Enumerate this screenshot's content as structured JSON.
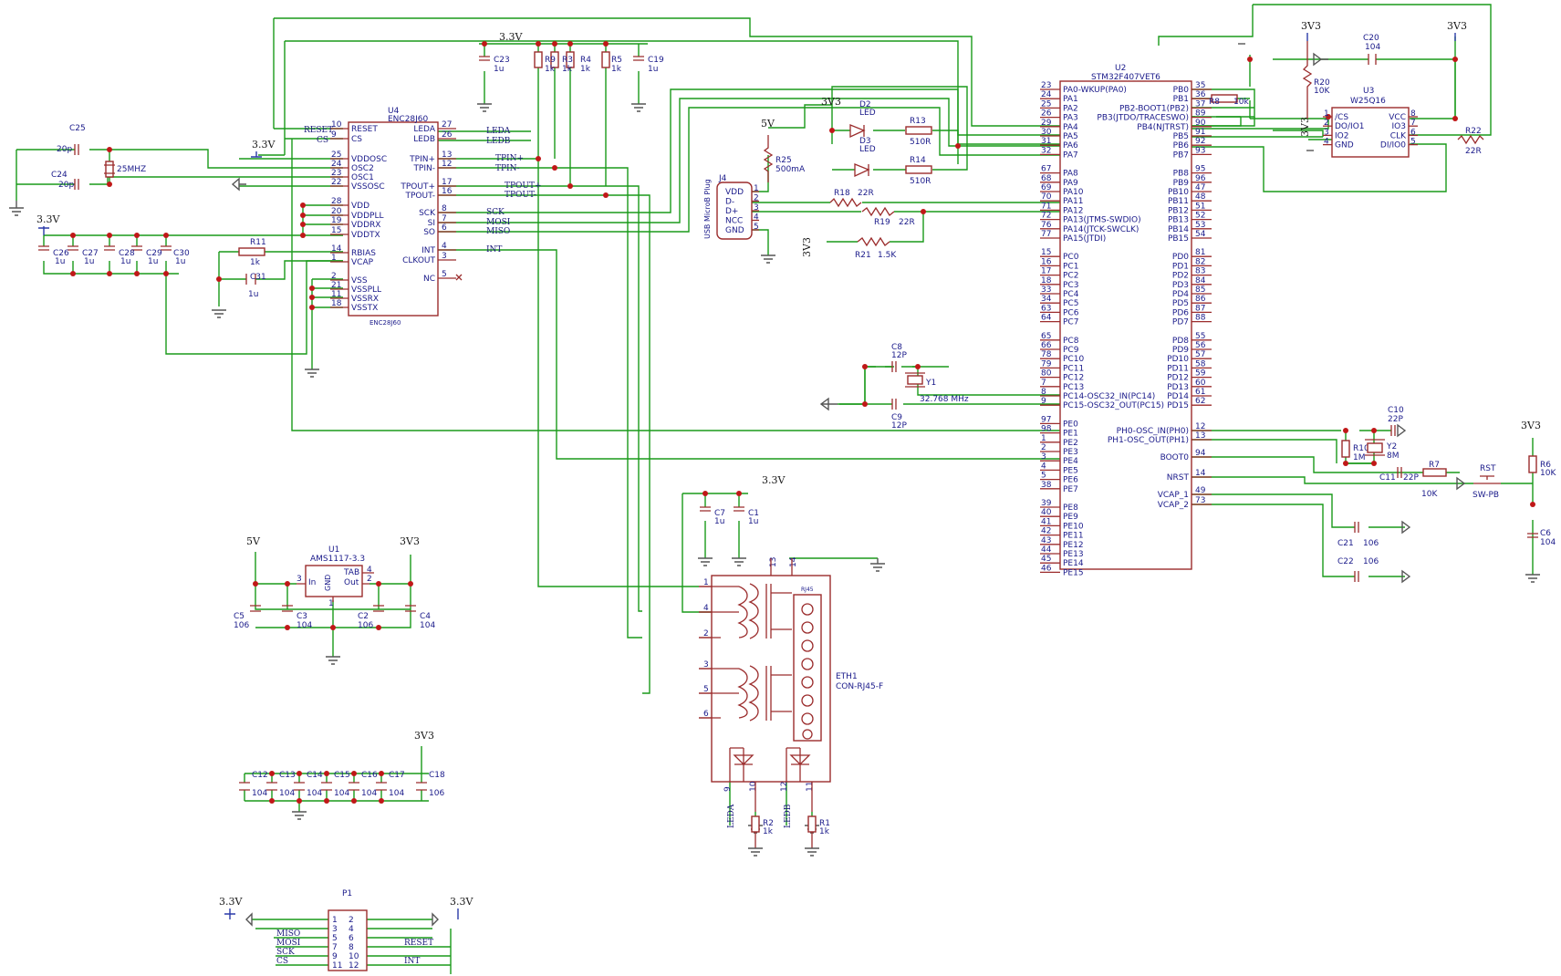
{
  "power_labels": {
    "v33": "3.3V",
    "v3v3": "3V3",
    "v5": "5V"
  },
  "components": {
    "U4": {
      "ref": "U4",
      "value": "ENC28J60",
      "footprint": "ENC28J60",
      "left_pins": [
        {
          "num": "10",
          "name": "RESET"
        },
        {
          "num": "9",
          "name": "CS"
        },
        {
          "num": "25",
          "name": "VDDOSC"
        },
        {
          "num": "24",
          "name": "OSC2"
        },
        {
          "num": "23",
          "name": "OSC1"
        },
        {
          "num": "22",
          "name": "VSSOSC"
        },
        {
          "num": "28",
          "name": "VDD"
        },
        {
          "num": "20",
          "name": "VDDPLL"
        },
        {
          "num": "19",
          "name": "VDDRX"
        },
        {
          "num": "15",
          "name": "VDDTX"
        },
        {
          "num": "14",
          "name": "RBIAS"
        },
        {
          "num": "1",
          "name": "VCAP"
        },
        {
          "num": "2",
          "name": "VSS"
        },
        {
          "num": "21",
          "name": "VSSPLL"
        },
        {
          "num": "11",
          "name": "VSSRX"
        },
        {
          "num": "18",
          "name": "VSSTX"
        }
      ],
      "right_pins": [
        {
          "num": "27",
          "name": "LEDA"
        },
        {
          "num": "26",
          "name": "LEDB"
        },
        {
          "num": "13",
          "name": "TPIN+"
        },
        {
          "num": "12",
          "name": "TPIN-"
        },
        {
          "num": "17",
          "name": "TPOUT+"
        },
        {
          "num": "16",
          "name": "TPOUT-"
        },
        {
          "num": "8",
          "name": "SCK"
        },
        {
          "num": "7",
          "name": "SI"
        },
        {
          "num": "6",
          "name": "SO"
        },
        {
          "num": "4",
          "name": "INT"
        },
        {
          "num": "3",
          "name": "CLKOUT"
        },
        {
          "num": "5",
          "name": "NC"
        }
      ]
    },
    "U2": {
      "ref": "U2",
      "value": "STM32F407VET6",
      "left_pins": [
        {
          "num": "23",
          "name": "PA0-WKUP(PA0)"
        },
        {
          "num": "24",
          "name": "PA1"
        },
        {
          "num": "25",
          "name": "PA2"
        },
        {
          "num": "26",
          "name": "PA3"
        },
        {
          "num": "29",
          "name": "PA4"
        },
        {
          "num": "30",
          "name": "PA5"
        },
        {
          "num": "31",
          "name": "PA6"
        },
        {
          "num": "32",
          "name": "PA7"
        },
        {
          "num": "67",
          "name": "PA8"
        },
        {
          "num": "68",
          "name": "PA9"
        },
        {
          "num": "69",
          "name": "PA10"
        },
        {
          "num": "70",
          "name": "PA11"
        },
        {
          "num": "71",
          "name": "PA12"
        },
        {
          "num": "72",
          "name": "PA13(JTMS-SWDIO)"
        },
        {
          "num": "76",
          "name": "PA14(JTCK-SWCLK)"
        },
        {
          "num": "77",
          "name": "PA15(JTDI)"
        },
        {
          "num": "15",
          "name": "PC0"
        },
        {
          "num": "16",
          "name": "PC1"
        },
        {
          "num": "17",
          "name": "PC2"
        },
        {
          "num": "18",
          "name": "PC3"
        },
        {
          "num": "33",
          "name": "PC4"
        },
        {
          "num": "34",
          "name": "PC5"
        },
        {
          "num": "63",
          "name": "PC6"
        },
        {
          "num": "64",
          "name": "PC7"
        },
        {
          "num": "65",
          "name": "PC8"
        },
        {
          "num": "66",
          "name": "PC9"
        },
        {
          "num": "78",
          "name": "PC10"
        },
        {
          "num": "79",
          "name": "PC11"
        },
        {
          "num": "80",
          "name": "PC12"
        },
        {
          "num": "7",
          "name": "PC13"
        },
        {
          "num": "8",
          "name": "PC14-OSC32_IN(PC14)"
        },
        {
          "num": "9",
          "name": "PC15-OSC32_OUT(PC15)"
        },
        {
          "num": "97",
          "name": "PE0"
        },
        {
          "num": "98",
          "name": "PE1"
        },
        {
          "num": "1",
          "name": "PE2"
        },
        {
          "num": "2",
          "name": "PE3"
        },
        {
          "num": "3",
          "name": "PE4"
        },
        {
          "num": "4",
          "name": "PE5"
        },
        {
          "num": "5",
          "name": "PE6"
        },
        {
          "num": "38",
          "name": "PE7"
        },
        {
          "num": "39",
          "name": "PE8"
        },
        {
          "num": "40",
          "name": "PE9"
        },
        {
          "num": "41",
          "name": "PE10"
        },
        {
          "num": "42",
          "name": "PE11"
        },
        {
          "num": "43",
          "name": "PE12"
        },
        {
          "num": "44",
          "name": "PE13"
        },
        {
          "num": "45",
          "name": "PE14"
        },
        {
          "num": "46",
          "name": "PE15"
        }
      ],
      "right_pins": [
        {
          "num": "35",
          "name": "PB0"
        },
        {
          "num": "36",
          "name": "PB1"
        },
        {
          "num": "37",
          "name": "PB2-BOOT1(PB2)"
        },
        {
          "num": "89",
          "name": "PB3(JTDO/TRACESWO)"
        },
        {
          "num": "90",
          "name": "PB4(NJTRST)"
        },
        {
          "num": "91",
          "name": "PB5"
        },
        {
          "num": "92",
          "name": "PB6"
        },
        {
          "num": "93",
          "name": "PB7"
        },
        {
          "num": "95",
          "name": "PB8"
        },
        {
          "num": "96",
          "name": "PB9"
        },
        {
          "num": "47",
          "name": "PB10"
        },
        {
          "num": "48",
          "name": "PB11"
        },
        {
          "num": "51",
          "name": "PB12"
        },
        {
          "num": "52",
          "name": "PB13"
        },
        {
          "num": "53",
          "name": "PB14"
        },
        {
          "num": "54",
          "name": "PB15"
        },
        {
          "num": "81",
          "name": "PD0"
        },
        {
          "num": "82",
          "name": "PD1"
        },
        {
          "num": "83",
          "name": "PD2"
        },
        {
          "num": "84",
          "name": "PD3"
        },
        {
          "num": "85",
          "name": "PD4"
        },
        {
          "num": "86",
          "name": "PD5"
        },
        {
          "num": "87",
          "name": "PD6"
        },
        {
          "num": "88",
          "name": "PD7"
        },
        {
          "num": "55",
          "name": "PD8"
        },
        {
          "num": "56",
          "name": "PD9"
        },
        {
          "num": "57",
          "name": "PD10"
        },
        {
          "num": "58",
          "name": "PD11"
        },
        {
          "num": "59",
          "name": "PD12"
        },
        {
          "num": "60",
          "name": "PD13"
        },
        {
          "num": "61",
          "name": "PD14"
        },
        {
          "num": "62",
          "name": "PD15"
        },
        {
          "num": "12",
          "name": "PH0-OSC_IN(PH0)"
        },
        {
          "num": "13",
          "name": "PH1-OSC_OUT(PH1)"
        },
        {
          "num": "94",
          "name": "BOOT0"
        },
        {
          "num": "14",
          "name": "NRST"
        },
        {
          "num": "49",
          "name": "VCAP_1"
        },
        {
          "num": "73",
          "name": "VCAP_2"
        }
      ]
    },
    "U3": {
      "ref": "U3",
      "value": "W25Q16",
      "left_pins": [
        {
          "num": "1",
          "name": "/CS"
        },
        {
          "num": "2",
          "name": "DO/IO1"
        },
        {
          "num": "3",
          "name": "IO2"
        },
        {
          "num": "4",
          "name": "GND"
        }
      ],
      "right_pins": [
        {
          "num": "8",
          "name": "VCC"
        },
        {
          "num": "7",
          "name": "IO3"
        },
        {
          "num": "6",
          "name": "CLK"
        },
        {
          "num": "5",
          "name": "DI/IO0"
        }
      ]
    },
    "U1": {
      "ref": "U1",
      "value": "AMS1117-3.3",
      "pins": {
        "in": "In",
        "out": "Out",
        "gnd": "GND",
        "tab": "TAB",
        "in_num": "3",
        "out_num": "2",
        "gnd_num": "1",
        "tab_num": "4"
      }
    },
    "J4": {
      "ref": "J4",
      "value": "USB MicroB Plug",
      "pins": [
        {
          "num": "1",
          "name": "VDD"
        },
        {
          "num": "2",
          "name": "D-"
        },
        {
          "num": "3",
          "name": "D+"
        },
        {
          "num": "4",
          "name": "NCC"
        },
        {
          "num": "5",
          "name": "GND"
        }
      ]
    },
    "ETH1": {
      "ref": "ETH1",
      "value": "CON-RJ45-F",
      "tag": "RJ45",
      "pins_left": [
        "1",
        "4",
        "2",
        "3",
        "5",
        "6"
      ],
      "pins_top": [
        "13",
        "14"
      ],
      "pins_bottom": [
        "9",
        "10",
        "12",
        "11"
      ]
    },
    "P1": {
      "ref": "P1",
      "left_pins": [
        "1",
        "3",
        "5",
        "7",
        "9",
        "11"
      ],
      "right_pins": [
        "2",
        "4",
        "6",
        "8",
        "10",
        "12"
      ]
    },
    "Y1": {
      "ref": "Y1",
      "value": "32.768 MHz"
    },
    "Y2": {
      "ref": "Y2",
      "value": "8M"
    },
    "Y25": {
      "value": "25MHZ"
    },
    "RST": {
      "ref": "RST",
      "value": "SW-PB"
    },
    "D2": {
      "ref": "D2",
      "value": "LED"
    },
    "D3": {
      "ref": "D3",
      "value": "LED"
    }
  },
  "passives": {
    "C25": {
      "ref": "C25",
      "value": "20p"
    },
    "C24": {
      "ref": "C24",
      "value": "20p"
    },
    "C26": {
      "ref": "C26",
      "value": "1u"
    },
    "C27": {
      "ref": "C27",
      "value": "1u"
    },
    "C28": {
      "ref": "C28",
      "value": "1u"
    },
    "C29": {
      "ref": "C29",
      "value": "1u"
    },
    "C30": {
      "ref": "C30",
      "value": "1u"
    },
    "R11": {
      "ref": "R11",
      "value": "1k"
    },
    "C31": {
      "ref": "C31",
      "value": "1u"
    },
    "C23": {
      "ref": "C23",
      "value": "1u"
    },
    "C19": {
      "ref": "C19",
      "value": "1u"
    },
    "R9": {
      "ref": "R9",
      "value": "1k"
    },
    "R3": {
      "ref": "R3",
      "value": "1k"
    },
    "R4": {
      "ref": "R4",
      "value": "1k"
    },
    "R5": {
      "ref": "R5",
      "value": "1k"
    },
    "R25": {
      "ref": "R25",
      "value": "500mA"
    },
    "R18": {
      "ref": "R18",
      "value": "22R"
    },
    "R19": {
      "ref": "R19",
      "value": "22R"
    },
    "R21": {
      "ref": "R21",
      "value": "1.5K"
    },
    "R13": {
      "ref": "R13",
      "value": "510R"
    },
    "R14": {
      "ref": "R14",
      "value": "510R"
    },
    "C8": {
      "ref": "C8",
      "value": "12P"
    },
    "C9": {
      "ref": "C9",
      "value": "12P"
    },
    "C7": {
      "ref": "C7",
      "value": "1u"
    },
    "C1": {
      "ref": "C1",
      "value": "1u"
    },
    "C5": {
      "ref": "C5",
      "value": "106"
    },
    "C3": {
      "ref": "C3",
      "value": "104"
    },
    "C2": {
      "ref": "C2",
      "value": "106"
    },
    "C4": {
      "ref": "C4",
      "value": "104"
    },
    "C12": {
      "ref": "C12",
      "value": "104"
    },
    "C13": {
      "ref": "C13",
      "value": "104"
    },
    "C14": {
      "ref": "C14",
      "value": "104"
    },
    "C15": {
      "ref": "C15",
      "value": "104"
    },
    "C16": {
      "ref": "C16",
      "value": "104"
    },
    "C17": {
      "ref": "C17",
      "value": "104"
    },
    "C18": {
      "ref": "C18",
      "value": "106"
    },
    "R2": {
      "ref": "R2",
      "value": "1k"
    },
    "R1": {
      "ref": "R1",
      "value": "1k"
    },
    "R8": {
      "ref": "R8",
      "value": "10k"
    },
    "R20": {
      "ref": "R20",
      "value": "10K"
    },
    "C20": {
      "ref": "C20",
      "value": "104"
    },
    "R22": {
      "ref": "R22",
      "value": "22R"
    },
    "R10": {
      "ref": "R10",
      "value": "1M"
    },
    "C10": {
      "ref": "C10",
      "value": "22P"
    },
    "C11": {
      "ref": "C11",
      "value": "22P"
    },
    "R7": {
      "ref": "R7",
      "value": "10K"
    },
    "R6": {
      "ref": "R6",
      "value": "10K"
    },
    "C6": {
      "ref": "C6",
      "value": "104"
    },
    "C21": {
      "ref": "C21",
      "value": "106"
    },
    "C22": {
      "ref": "C22",
      "value": "106"
    }
  },
  "net_labels": {
    "reset": "RESET",
    "cs": "CS",
    "leda": "LEDA",
    "ledb": "LEDB",
    "tpin_p": "TPIN+",
    "tpin_n": "TPIN-",
    "tpout_p": "TPOUT+",
    "tpout_n": "TPOUT-",
    "sck": "SCK",
    "mosi": "MOSI",
    "miso": "MISO",
    "int": "INT"
  },
  "header_labels": {
    "miso": "MISO",
    "mosi": "MOSI",
    "sck": "SCK",
    "cs": "CS",
    "reset": "RESET",
    "int": "INT"
  },
  "colors": {
    "wire": "#1a9a1a",
    "body": "#9b2c2c",
    "text": "#1a1a8a",
    "junction": "#c01818"
  }
}
